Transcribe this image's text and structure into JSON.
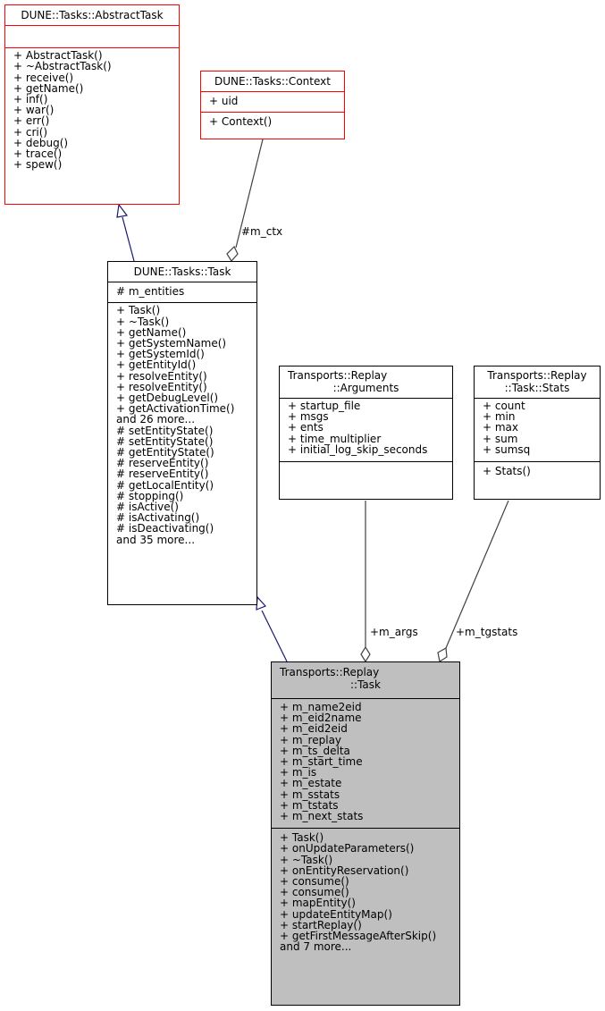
{
  "classes": {
    "abstract_task": {
      "title": "DUNE::Tasks::AbstractTask",
      "attributes": [],
      "methods": [
        "+ AbstractTask()",
        "+ ~AbstractTask()",
        "+ receive()",
        "+ getName()",
        "+ inf()",
        "+ war()",
        "+ err()",
        "+ cri()",
        "+ debug()",
        "+ trace()",
        "+ spew()"
      ]
    },
    "context": {
      "title": "DUNE::Tasks::Context",
      "attributes": [
        "+ uid"
      ],
      "methods": [
        "+ Context()"
      ]
    },
    "task": {
      "title": "DUNE::Tasks::Task",
      "attributes": [
        "# m_entities"
      ],
      "methods": [
        "+ Task()",
        "+ ~Task()",
        "+ getName()",
        "+ getSystemName()",
        "+ getSystemId()",
        "+ getEntityId()",
        "+ resolveEntity()",
        "+ resolveEntity()",
        "+ getDebugLevel()",
        "+ getActivationTime()",
        "and 26 more...",
        "# setEntityState()",
        "# setEntityState()",
        "# getEntityState()",
        "# reserveEntity()",
        "# reserveEntity()",
        "# getLocalEntity()",
        "# stopping()",
        "# isActive()",
        "# isActivating()",
        "# isDeactivating()",
        "and 35 more..."
      ]
    },
    "arguments": {
      "title_line1": "Transports::Replay",
      "title_line2": "::Arguments",
      "attributes": [
        "+ startup_file",
        "+ msgs",
        "+ ents",
        "+ time_multiplier",
        "+ initial_log_skip_seconds"
      ],
      "methods": []
    },
    "stats": {
      "title_line1": "Transports::Replay",
      "title_line2": "::Task::Stats",
      "attributes": [
        "+ count",
        "+ min",
        "+ max",
        "+ sum",
        "+ sumsq"
      ],
      "methods": [
        "+ Stats()"
      ]
    },
    "replay_task": {
      "title_line1": "Transports::Replay",
      "title_line2": "::Task",
      "attributes": [
        "+ m_name2eid",
        "+ m_eid2name",
        "+ m_eid2eid",
        "+ m_replay",
        "+ m_ts_delta",
        "+ m_start_time",
        "+ m_is",
        "+ m_estate",
        "+ m_sstats",
        "+ m_tstats",
        "+ m_next_stats"
      ],
      "methods": [
        "+ Task()",
        "+ onUpdateParameters()",
        "+ ~Task()",
        "+ onEntityReservation()",
        "+ consume()",
        "+ consume()",
        "+ mapEntity()",
        "+ updateEntityMap()",
        "+ startReplay()",
        "+ getFirstMessageAfterSkip()",
        "and 7 more..."
      ]
    }
  },
  "relations": {
    "m_ctx": "#m_ctx",
    "m_args": "+m_args",
    "m_tgstats": "+m_tgstats"
  },
  "colors": {
    "external_border": "#ff0000",
    "focus_fill": "#bfbfbf",
    "inheritance_edge": "#191970",
    "usage_edge": "#404040"
  }
}
